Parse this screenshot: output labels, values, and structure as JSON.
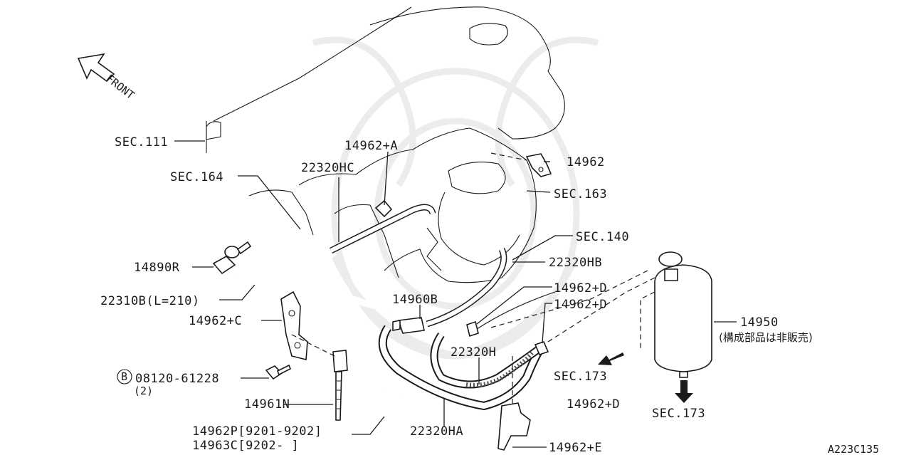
{
  "diagram": {
    "orientation_label": "FRONT",
    "drawing_code": "A223C135",
    "callouts": {
      "sec111": "SEC.111",
      "sec164": "SEC.164",
      "p22320hc": "22320HC",
      "p14962a": "14962+A",
      "p14962": "14962",
      "sec163": "SEC.163",
      "sec140": "SEC.140",
      "p22320hb": "22320HB",
      "p14890r": "14890R",
      "p22310b": "22310B(L=210)",
      "p14960b": "14960B",
      "p14962c": "14962+C",
      "p14962d_1": "14962+D",
      "p14962d_2": "14962+D",
      "p14962d_3": "14962+D",
      "p14950": "14950",
      "p14950_note": "(構成部品は非販売)",
      "sec173_a": "SEC.173",
      "sec173_b": "SEC.173",
      "p22320h": "22320H",
      "bolt_circle": "B",
      "bolt_number": "08120-61228",
      "bolt_qty": "(2)",
      "p14961n": "14961N",
      "p14962p": "14962P[9201-9202]",
      "p14963c": "14963C[9202-     ]",
      "p22320ha": "22320HA",
      "p14962e": "14962+E"
    }
  }
}
